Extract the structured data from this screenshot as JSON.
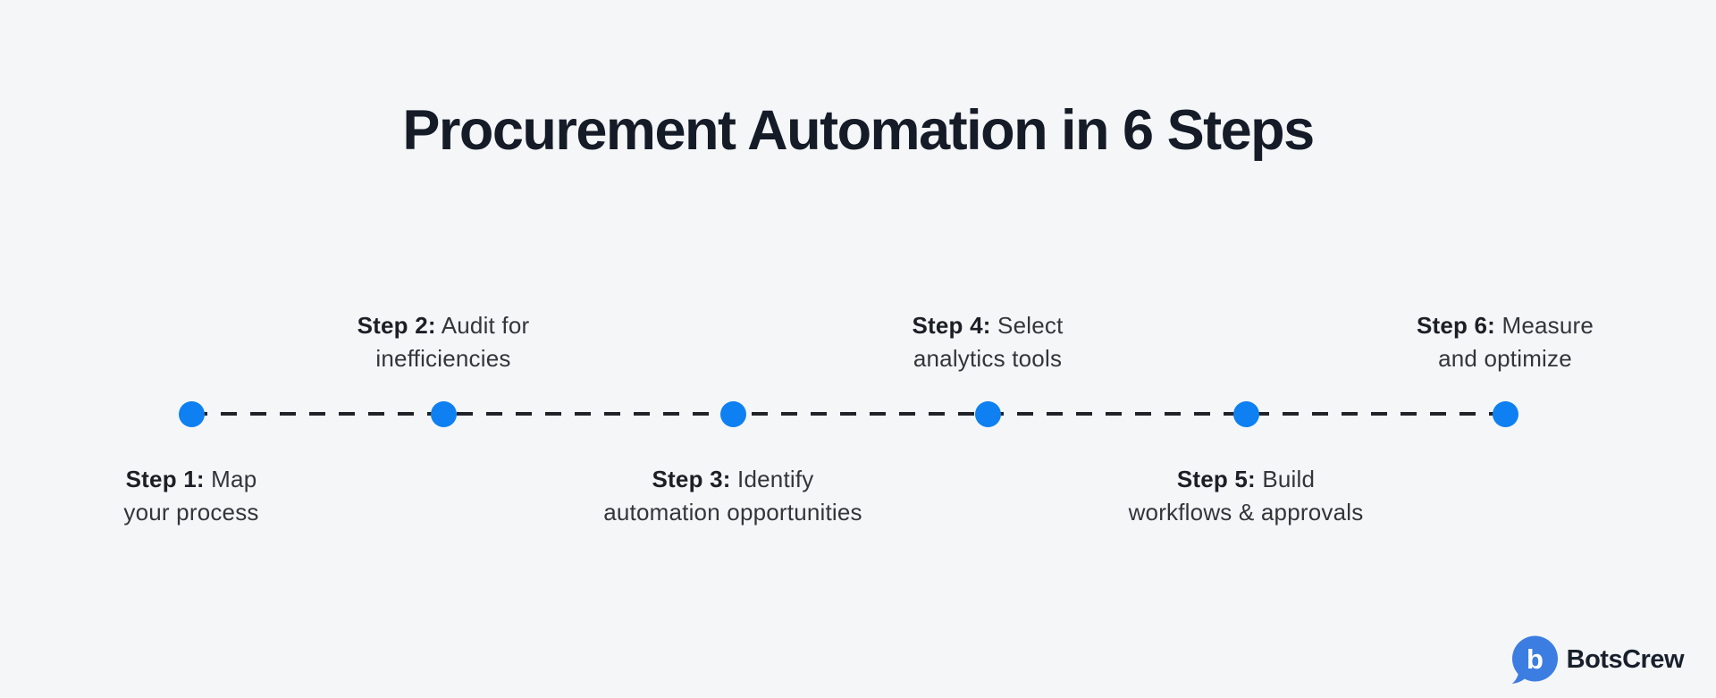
{
  "title": "Procurement Automation in 6 Steps",
  "colors": {
    "background": "#f5f6f8",
    "title_text": "#151c28",
    "step_bold_text": "#1c1f26",
    "step_text": "#33353a",
    "timeline_dot": "#0e80f1",
    "timeline_dash": "#212329",
    "logo_blue": "#3c7de2",
    "logo_text": "#18202c"
  },
  "timeline": {
    "steps": [
      {
        "id": 1,
        "position": "below",
        "bold": "Step 1:",
        "line1": "Map",
        "line2": "your process"
      },
      {
        "id": 2,
        "position": "above",
        "bold": "Step 2:",
        "line1": "Audit for",
        "line2": "inefficiencies"
      },
      {
        "id": 3,
        "position": "below",
        "bold": "Step 3:",
        "line1": "Identify",
        "line2": "automation opportunities"
      },
      {
        "id": 4,
        "position": "above",
        "bold": "Step 4:",
        "line1": "Select",
        "line2": "analytics tools"
      },
      {
        "id": 5,
        "position": "below",
        "bold": "Step 5:",
        "line1": "Build",
        "line2": "workflows & approvals"
      },
      {
        "id": 6,
        "position": "above",
        "bold": "Step 6:",
        "line1": "Measure",
        "line2": "and optimize"
      }
    ]
  },
  "logo": {
    "mark_letter": "b",
    "text": "BotsCrew"
  }
}
